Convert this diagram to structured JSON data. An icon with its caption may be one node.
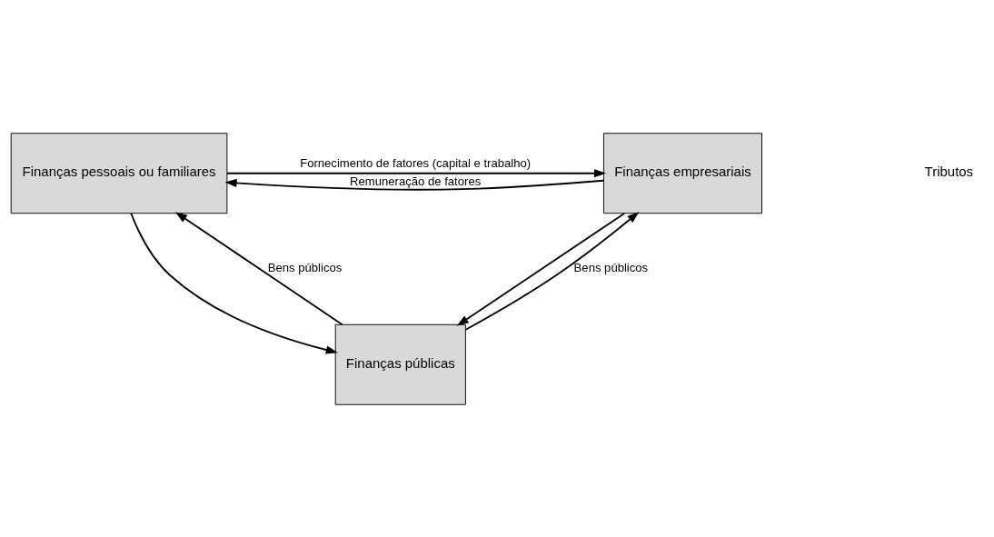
{
  "diagram": {
    "nodes": [
      {
        "text": [
          "Finanças pessoais ou familiares"
        ]
      },
      {
        "text": [
          "Finanças empresariais"
        ]
      },
      {
        "text": [
          "Finanças públicas"
        ]
      }
    ],
    "edges": [
      {
        "from": 0,
        "to": 1,
        "arrow": "to",
        "label": "Fornecimento de fatores (capital e trabalho)"
      },
      {
        "from": 1,
        "to": 0,
        "arrow": "to",
        "label": "Remuneração de fatores"
      },
      {
        "from": 0,
        "to": 2,
        "arrow": "to"
      },
      {
        "from": 1,
        "to": 2,
        "arrow": "to"
      },
      {
        "from": 2,
        "to": 0,
        "arrow": "to",
        "label": "Bens públicos"
      },
      {
        "from": 2,
        "to": 1,
        "arrow": "to",
        "label": "Bens públicos"
      }
    ],
    "labels": [
      "Tributos"
    ]
  }
}
